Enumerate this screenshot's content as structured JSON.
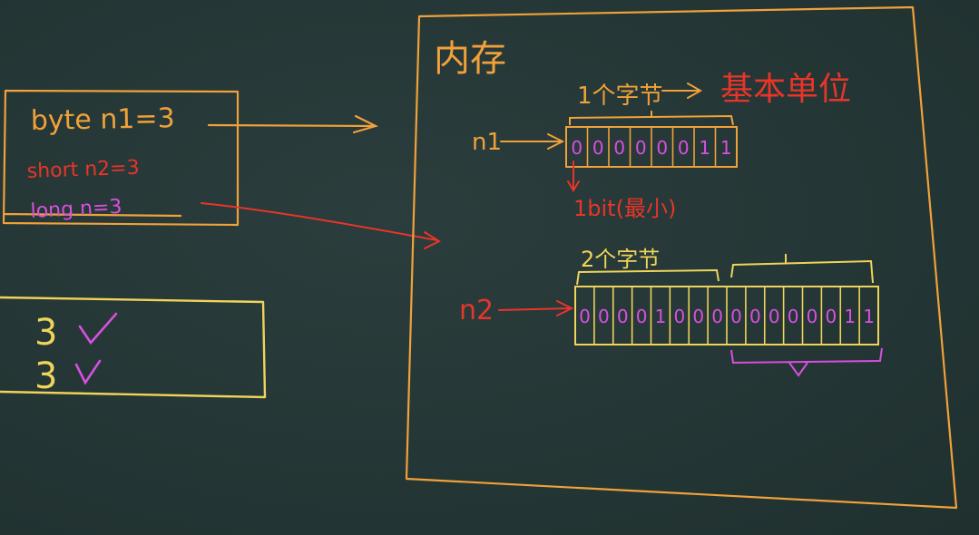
{
  "code": {
    "line1": "byte n1=3",
    "line2": "short n2=3",
    "line3": "long n=3"
  },
  "results": {
    "line1": "3",
    "line2": "3"
  },
  "memory": {
    "title": "内存",
    "byte_label": "1个字节",
    "basic_unit": "基本单位",
    "bit_note": "1bit(最小)",
    "n1_label": "n1",
    "n2_label": "n2",
    "n1_bits": [
      "0",
      "0",
      "0",
      "0",
      "0",
      "0",
      "1",
      "1"
    ],
    "n2_bytes_label": "2个字节",
    "n2_bits": [
      "0",
      "0",
      "0",
      "0",
      "1",
      "0",
      "0",
      "0",
      "0",
      "0",
      "0",
      "0",
      "0",
      "0",
      "1",
      "1"
    ]
  },
  "colors": {
    "orange": "#f0a13a",
    "red": "#e8352a",
    "magenta": "#d94fe0",
    "yellow": "#efd35a"
  }
}
